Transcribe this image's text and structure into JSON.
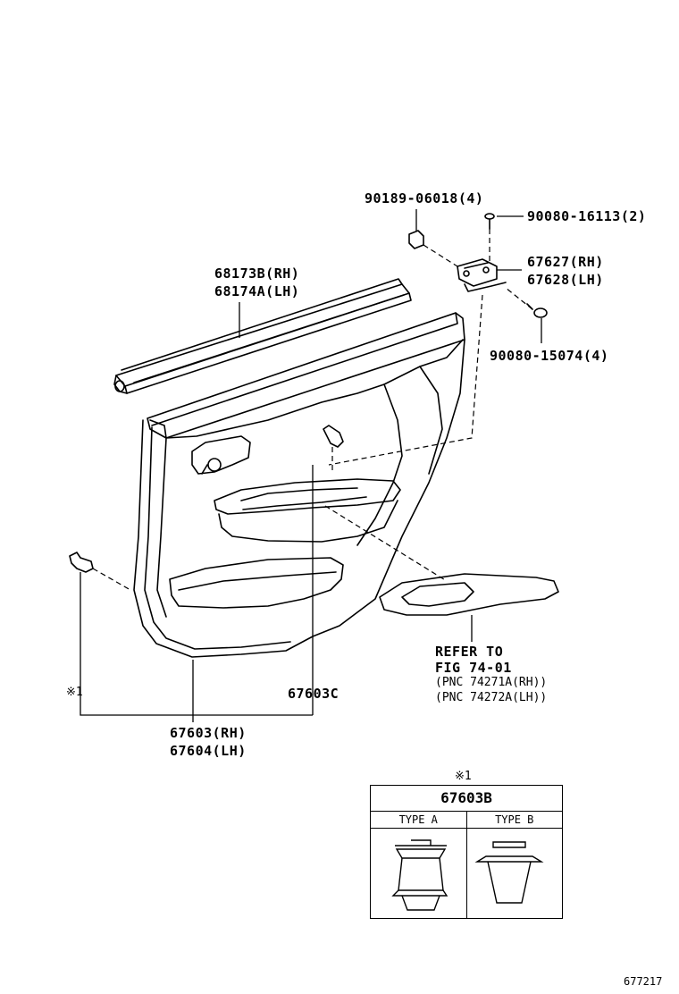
{
  "labels": {
    "bolt_90189": "90189-06018(4)",
    "screw_90080_16113": "90080-16113(2)",
    "bracket_rh": "67627(RH)",
    "bracket_lh": "67628(LH)",
    "screw_90080_15074": "90080-15074(4)",
    "weatherstrip_rh": "68173B(RH)",
    "weatherstrip_lh": "68174A(LH)",
    "refer_line1": "REFER TO",
    "refer_line2": "FIG 74-01",
    "refer_line3": "(PNC 74271A(RH))",
    "refer_line4": "(PNC 74272A(LH))",
    "clip_ref": "※1",
    "clip_67603c": "67603C",
    "panel_rh": "67603(RH)",
    "panel_lh": "67604(LH)",
    "figure_id": "677217"
  },
  "clip_table": {
    "marker": "※1",
    "part": "67603B",
    "type_a": "TYPE A",
    "type_b": "TYPE B"
  },
  "colors": {
    "line": "#000000",
    "fill": "#ffffff"
  }
}
